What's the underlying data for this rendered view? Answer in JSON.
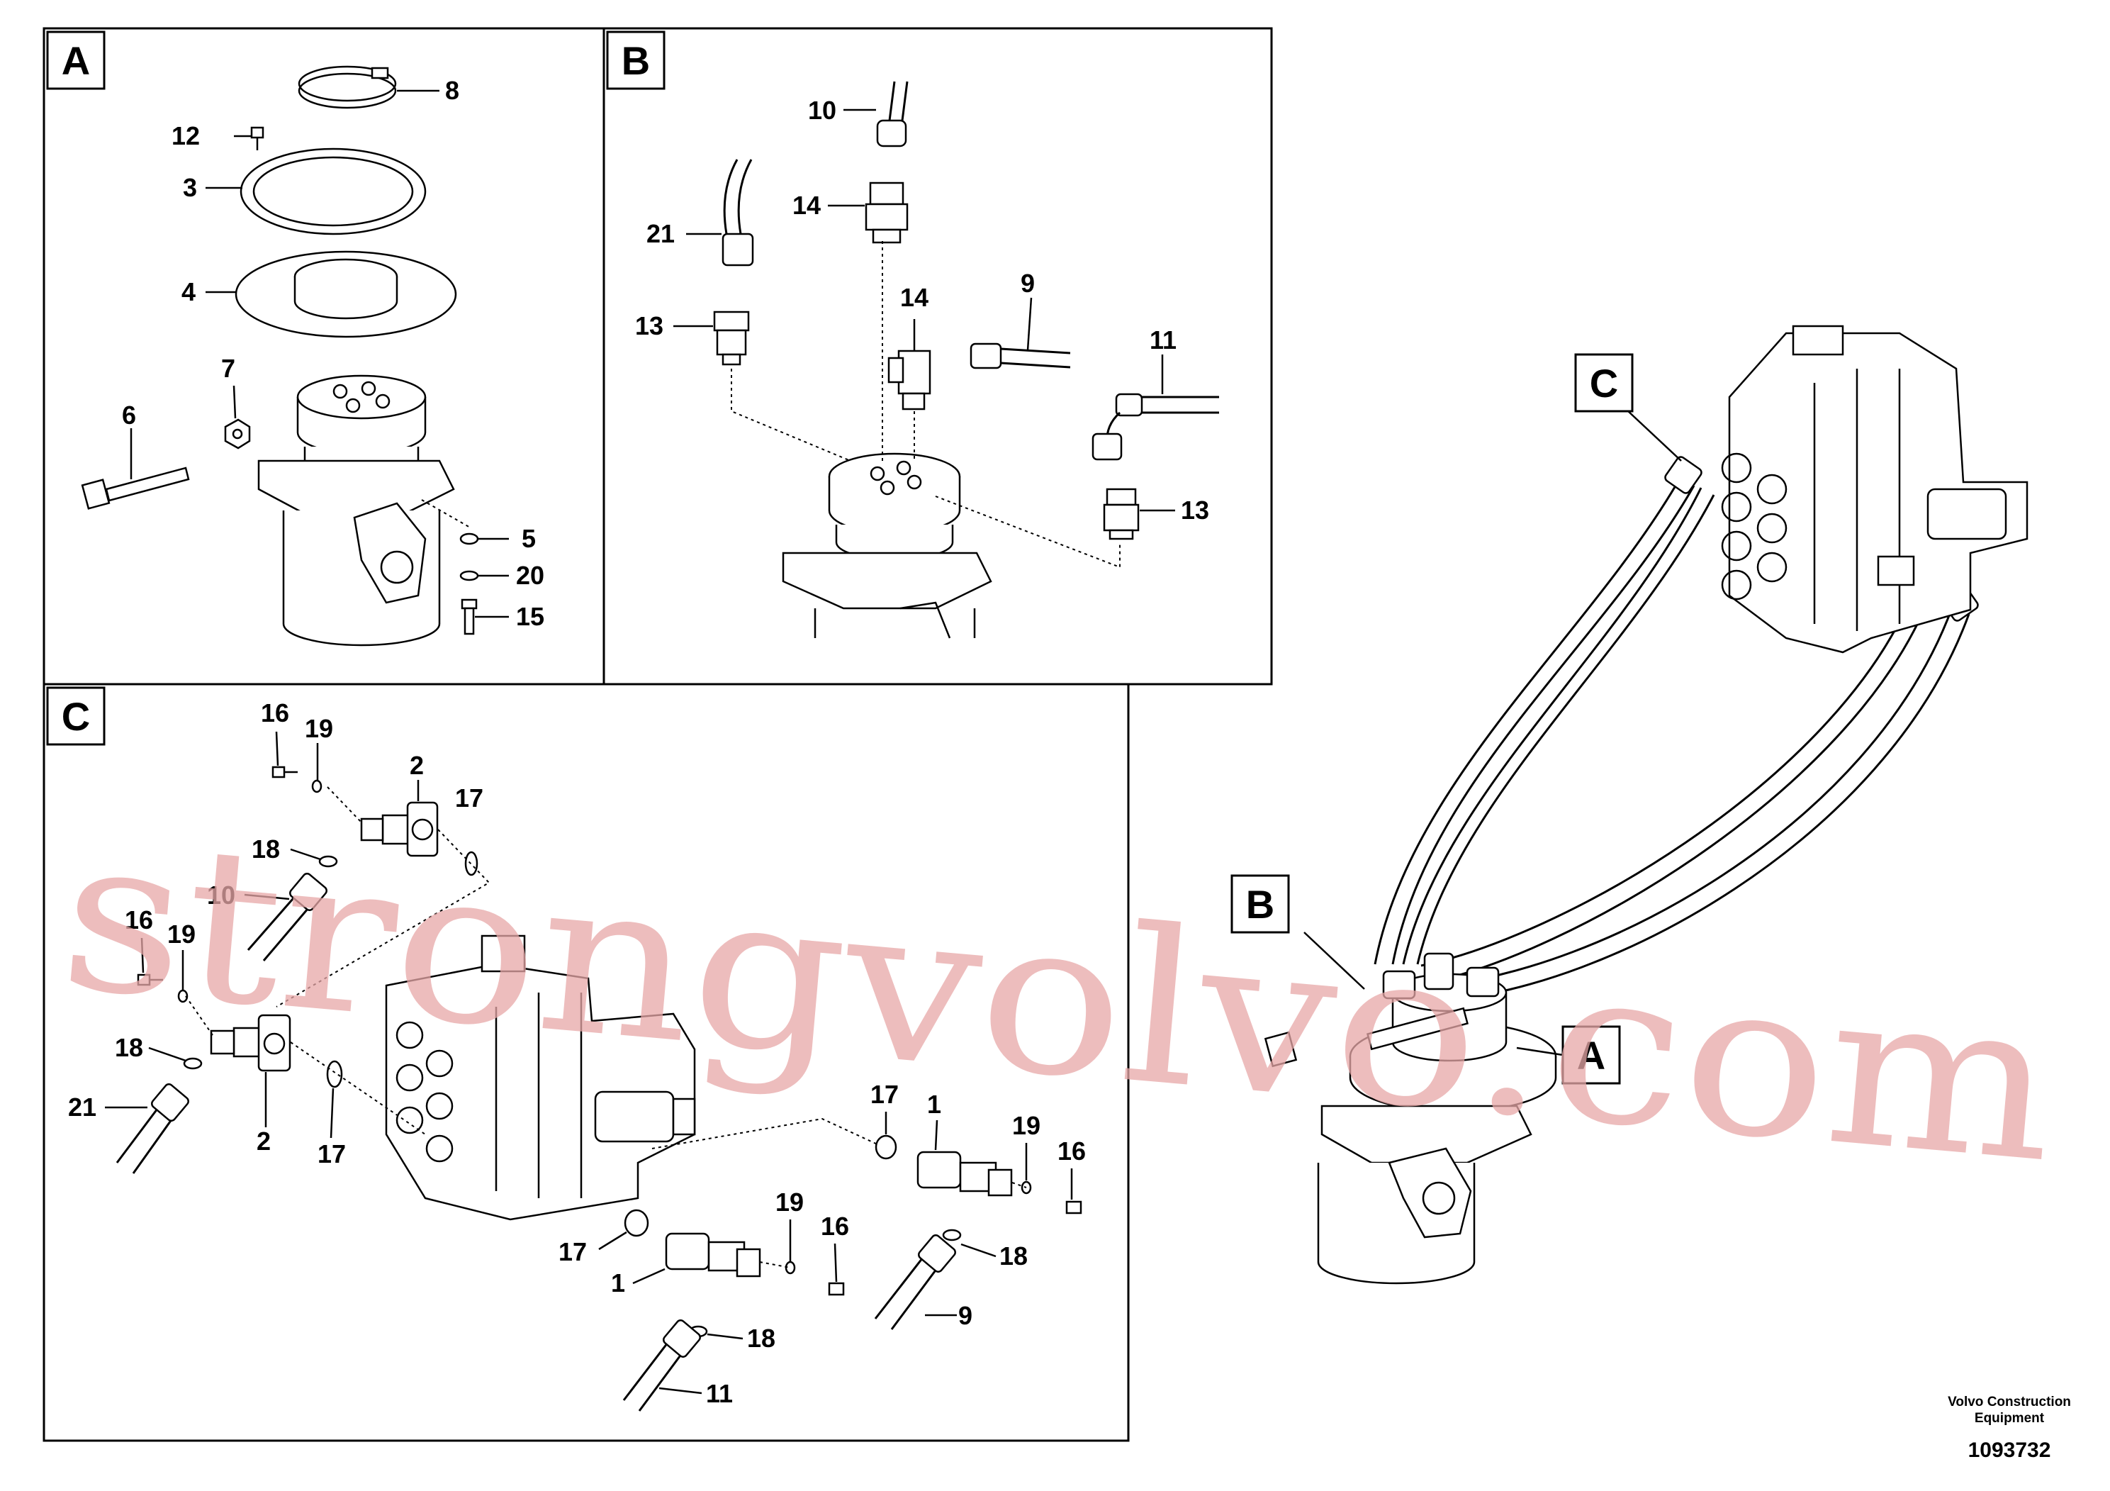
{
  "panels": [
    {
      "id": "A",
      "label": "A"
    },
    {
      "id": "B",
      "label": "B"
    },
    {
      "id": "C",
      "label": "C"
    }
  ],
  "overview_labels": {
    "a": "A",
    "b": "B",
    "c": "C"
  },
  "callouts": {
    "a_8": "8",
    "a_12": "12",
    "a_3": "3",
    "a_4": "4",
    "a_7": "7",
    "a_6": "6",
    "a_5": "5",
    "a_20": "20",
    "a_15": "15",
    "b_10": "10",
    "b_14a": "14",
    "b_21": "21",
    "b_13a": "13",
    "b_14b": "14",
    "b_9": "9",
    "b_11": "11",
    "b_13b": "13",
    "c_16a": "16",
    "c_19a": "19",
    "c_2a": "2",
    "c_17a": "17",
    "c_18a": "18",
    "c_10": "10",
    "c_16b": "16",
    "c_19b": "19",
    "c_18b": "18",
    "c_21": "21",
    "c_2b": "2",
    "c_17b": "17",
    "c_17c": "17",
    "c_1a": "1",
    "c_19c": "19",
    "c_16c": "16",
    "c_19d": "19",
    "c_16d": "16",
    "c_17d": "17",
    "c_1b": "1",
    "c_18c": "18",
    "c_9": "9",
    "c_18d": "18",
    "c_11": "11"
  },
  "watermark": "strongvolvo.com",
  "publisher": {
    "line1": "Volvo Construction",
    "line2": "Equipment"
  },
  "document_number": "1093732"
}
